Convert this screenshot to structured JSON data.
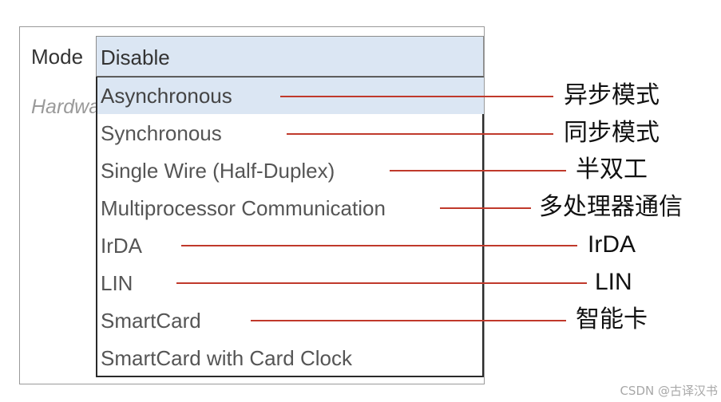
{
  "form": {
    "mode_label": "Mode",
    "hardware_label": "Hardware",
    "mode_value": "Disable"
  },
  "dropdown": {
    "options": [
      "Asynchronous",
      "Synchronous",
      "Single Wire (Half-Duplex)",
      "Multiprocessor Communication",
      "IrDA",
      "LIN",
      "SmartCard",
      "SmartCard with Card Clock"
    ],
    "highlighted_index": 0
  },
  "annotations": [
    "异步模式",
    "同步模式",
    "半双工",
    "多处理器通信",
    "IrDA",
    "LIN",
    "智能卡"
  ],
  "watermark": "CSDN @古译汉书",
  "colors": {
    "highlight": "#dbe6f3",
    "annotation_line": "#c0392b"
  }
}
